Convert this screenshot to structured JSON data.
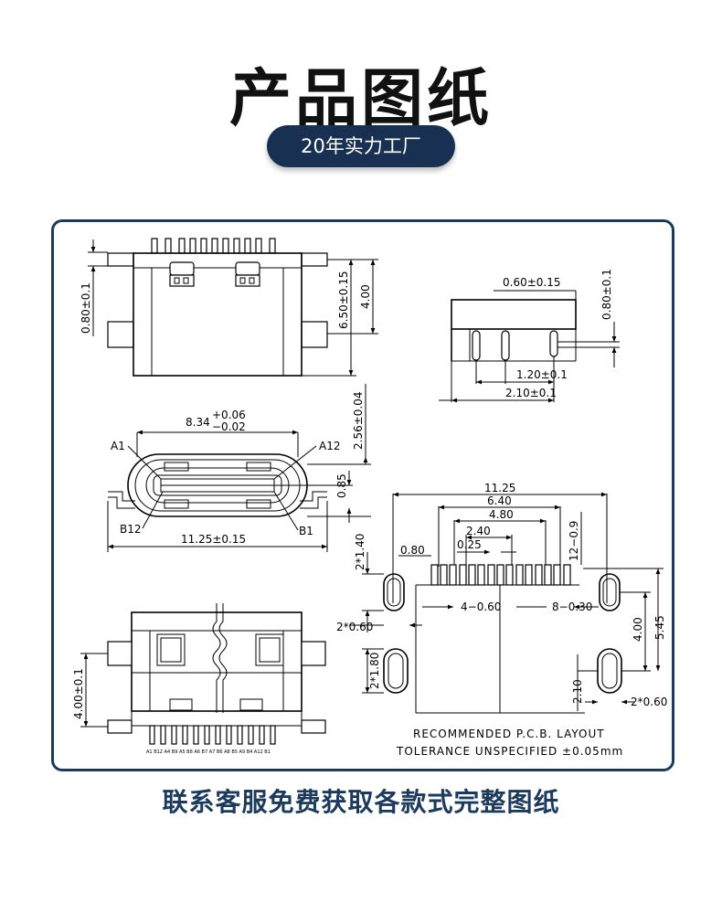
{
  "header": {
    "title": "产品图纸",
    "badge": "20年实力工厂"
  },
  "footer": {
    "text": "联系客服免费获取各款式完整图纸"
  },
  "colors": {
    "navy": "#1b3a5e",
    "badge_bg": "#183152",
    "title": "#111111"
  },
  "drawing": {
    "top_view": {
      "left_dim": "0.80±0.1",
      "right_dim1": "6.50±0.15",
      "right_dim2": "4.00"
    },
    "side_view": {
      "top_dim": "0.60±0.15",
      "right_dim": "0.80±0.1",
      "dim1": "1.20±0.1",
      "dim2": "2.10±0.1"
    },
    "front_view": {
      "width_dim_main": "8.34",
      "width_tol_plus": "+0.06",
      "width_tol_minus": "−0.02",
      "height_dim": "2.56±0.04",
      "inner_dim": "0.85",
      "label_a1": "A1",
      "label_a12": "A12",
      "label_b12": "B12",
      "label_b1": "B1",
      "bottom_dim": "11.25±0.15"
    },
    "bottom_view": {
      "left_dim": "4.00±0.1",
      "pin_labels": "A1 B12 A4 B9 A5 B8 A6 B7 A7 B6 A8 B5 A9 B4 A12 B1"
    },
    "pcb_layout": {
      "dim_1125": "11.25",
      "dim_640": "6.40",
      "dim_480": "4.80",
      "dim_240": "2.40",
      "dim_025": "0.25",
      "dim_080": "0.80",
      "dim_12_09": "12−0.9",
      "dim_2_140": "2*1.40",
      "dim_4_060": "4−0.60",
      "dim_8_030": "8−0.30",
      "dim_2_060_left": "2*0.60",
      "dim_400": "4.00",
      "dim_545": "5.45",
      "dim_2_180": "2*1.80",
      "dim_210": "2.10",
      "dim_2_060_right": "2*0.60"
    },
    "notes": {
      "line1": "RECOMMENDED    P.C.B.  LAYOUT",
      "line2": "TOLERANCE  UNSPECIFIED  ±0.05mm"
    }
  }
}
